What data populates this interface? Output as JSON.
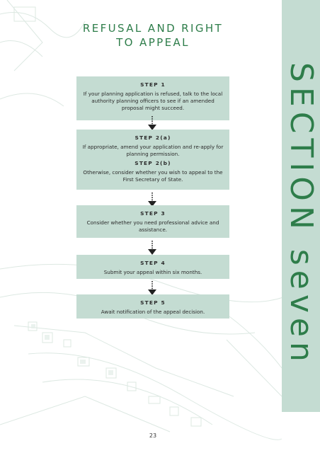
{
  "section": {
    "label": "SECTION seven"
  },
  "title": {
    "line1": "REFUSAL AND RIGHT",
    "line2": "TO APPEAL"
  },
  "steps": [
    {
      "label": "STEP 1",
      "text": "If your planning application is refused, talk to the local authority planning officers to see if an amended proposal might succeed."
    },
    {
      "label": "STEP 2(a)",
      "text": "If appropriate, amend your application and re-apply for planning permission.",
      "label_b": "STEP 2(b)",
      "text_b": "Otherwise, consider whether you wish to appeal to the First Secretary of State."
    },
    {
      "label": "STEP 3",
      "text": "Consider whether you need professional advice and assistance."
    },
    {
      "label": "STEP 4",
      "text": "Submit your appeal within six months."
    },
    {
      "label": "STEP 5",
      "text": "Await notification of the appeal decision."
    }
  ],
  "page_number": "23",
  "colors": {
    "accent_green": "#2e7d4a",
    "box_fill": "#c4dcd2",
    "side_band": "#c4dcd2",
    "text": "#2b2b2b"
  },
  "icons": [
    "dotted-arrow-down-icon"
  ]
}
